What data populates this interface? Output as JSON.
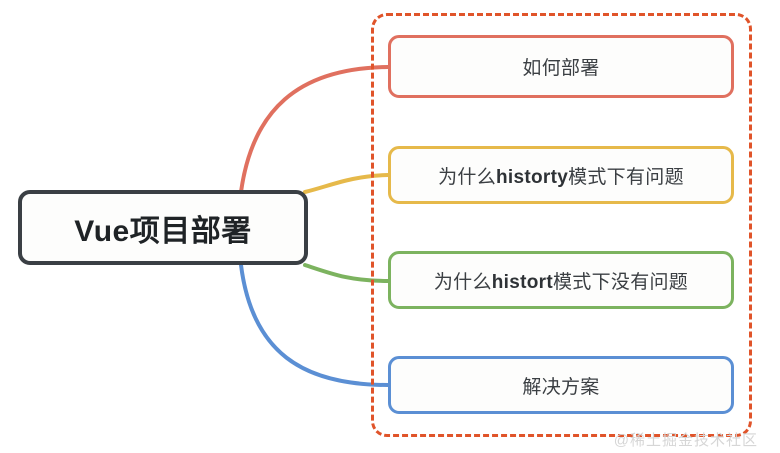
{
  "diagram": {
    "type": "mindmap",
    "title": "Vue项目部署",
    "root": {
      "label": "Vue项目部署",
      "border_color": "#3a3f44",
      "fill": "#fdfdfc"
    },
    "group_frame": {
      "style": "dashed",
      "color": "#e0542a"
    },
    "children": [
      {
        "id": "node-1",
        "label": "如何部署",
        "label_plain": "如何部署",
        "label_bold_part": "",
        "branch_color": "#e0705f"
      },
      {
        "id": "node-2",
        "label": "为什么historty模式下有问题",
        "label_prefix": "为什么",
        "label_bold_part": "historty",
        "label_suffix": "模式下有问题",
        "branch_color": "#e6b94a"
      },
      {
        "id": "node-3",
        "label": "为什么histort模式下没有问题",
        "label_prefix": "为什么",
        "label_bold_part": "histort",
        "label_suffix": "模式下没有问题",
        "branch_color": "#7cb35f"
      },
      {
        "id": "node-4",
        "label": "解决方案",
        "label_plain": "解决方案",
        "label_bold_part": "",
        "branch_color": "#5b8fd4"
      }
    ]
  },
  "watermark": {
    "text": "@稀土掘金技术社区"
  }
}
